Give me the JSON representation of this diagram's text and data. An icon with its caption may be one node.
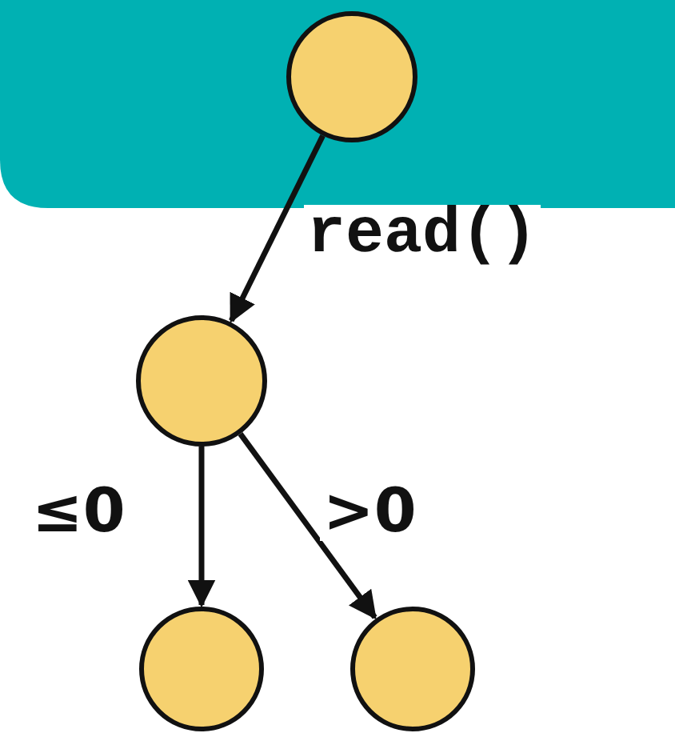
{
  "diagram": {
    "nodes": [
      {
        "text": [],
        "shape": "circle"
      },
      {
        "text": [],
        "shape": "circle"
      },
      {
        "text": [],
        "shape": "circle"
      },
      {
        "text": [],
        "shape": "circle"
      }
    ],
    "edges": [
      {
        "from": 0,
        "to": 1,
        "arrow": "to",
        "label": "read()"
      },
      {
        "from": 1,
        "to": 2,
        "arrow": "to",
        "label": "≤0"
      },
      {
        "from": 1,
        "to": 3,
        "arrow": "to",
        "label": ">0"
      }
    ]
  }
}
